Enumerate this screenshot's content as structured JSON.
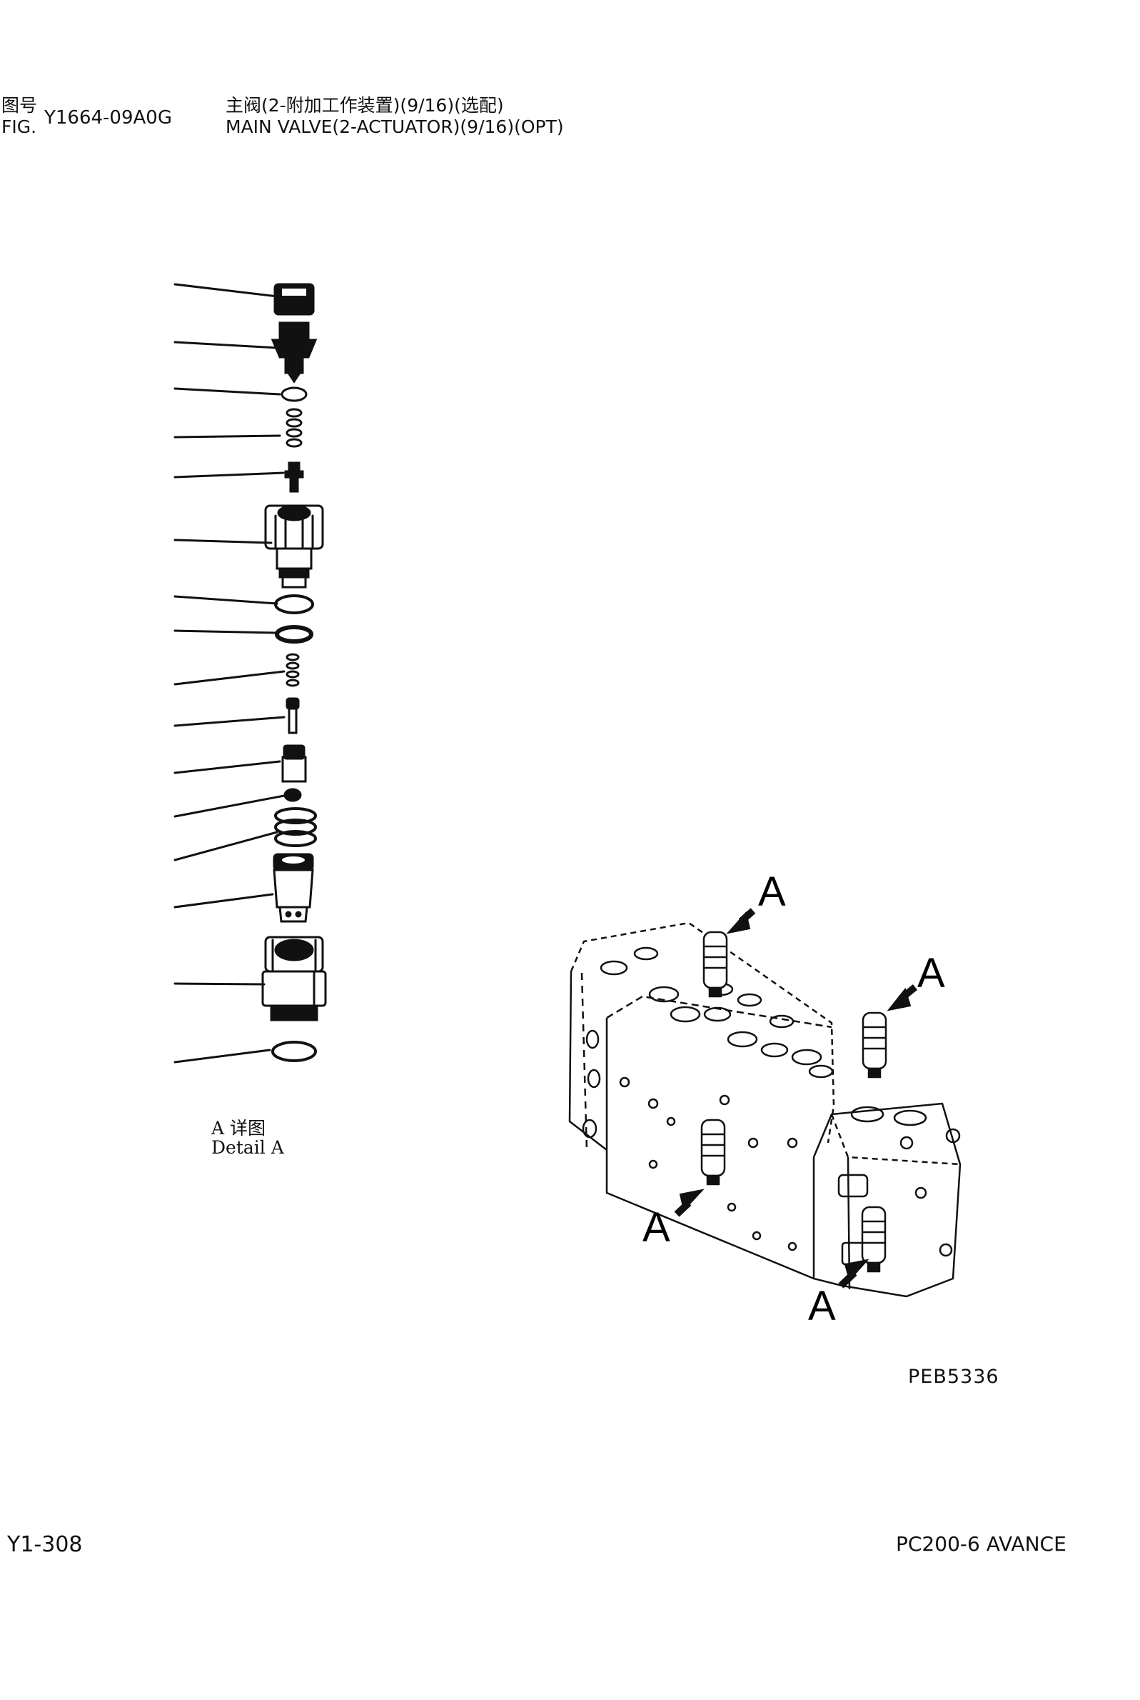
{
  "header": {
    "fig_label_cn": "图号",
    "fig_label_en": "FIG.",
    "fig_number": "Y1664-09A0G",
    "title_cn": "主阀(2-附加工作装置)(9/16)(选配)",
    "title_en": "MAIN VALVE(2-ACTUATOR)(9/16)(OPT)"
  },
  "detail": {
    "label_cn": "A 详图",
    "label_en": "Detail A"
  },
  "callouts": [
    "A",
    "A",
    "A",
    "A"
  ],
  "reference_code": "PEB5336",
  "footer": {
    "page": "Y1-308",
    "model": "PC200-6 AVANCE"
  }
}
